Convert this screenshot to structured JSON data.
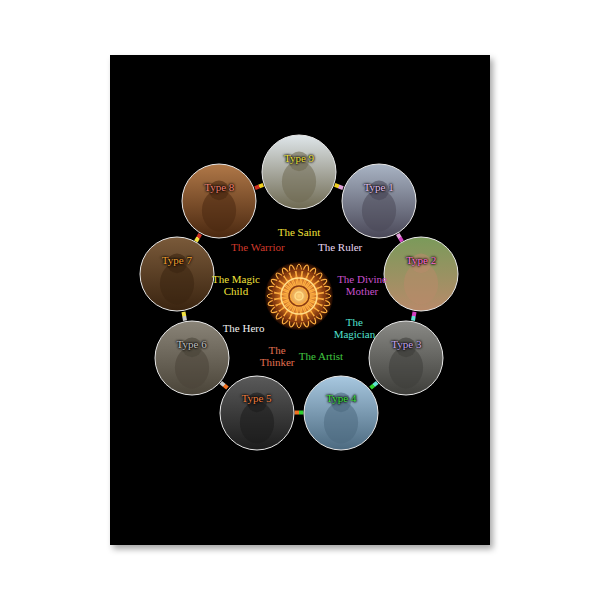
{
  "diagram": {
    "nodes": [
      {
        "text": [
          "Type 9",
          "The Saint"
        ]
      },
      {
        "text": [
          "Type 1",
          "The Ruler"
        ]
      },
      {
        "text": [
          "Type 2",
          "The Divine Mother"
        ]
      },
      {
        "text": [
          "Type 3",
          "The Magician"
        ]
      },
      {
        "text": [
          "Type 4",
          "The Artist"
        ]
      },
      {
        "text": [
          "Type 5",
          "The Thinker"
        ]
      },
      {
        "text": [
          "Type 6",
          "The Hero"
        ]
      },
      {
        "text": [
          "Type 7",
          "The Magic Child"
        ]
      },
      {
        "text": [
          "Type 8",
          "The Warrior"
        ]
      }
    ],
    "edges": [
      {
        "from": 0,
        "to": 1,
        "arrow": "none"
      },
      {
        "from": 1,
        "to": 2,
        "arrow": "none"
      },
      {
        "from": 2,
        "to": 3,
        "arrow": "none"
      },
      {
        "from": 3,
        "to": 4,
        "arrow": "none"
      },
      {
        "from": 4,
        "to": 5,
        "arrow": "none"
      },
      {
        "from": 5,
        "to": 6,
        "arrow": "none"
      },
      {
        "from": 6,
        "to": 7,
        "arrow": "none"
      },
      {
        "from": 7,
        "to": 8,
        "arrow": "none"
      },
      {
        "from": 8,
        "to": 0,
        "arrow": "none"
      }
    ]
  }
}
